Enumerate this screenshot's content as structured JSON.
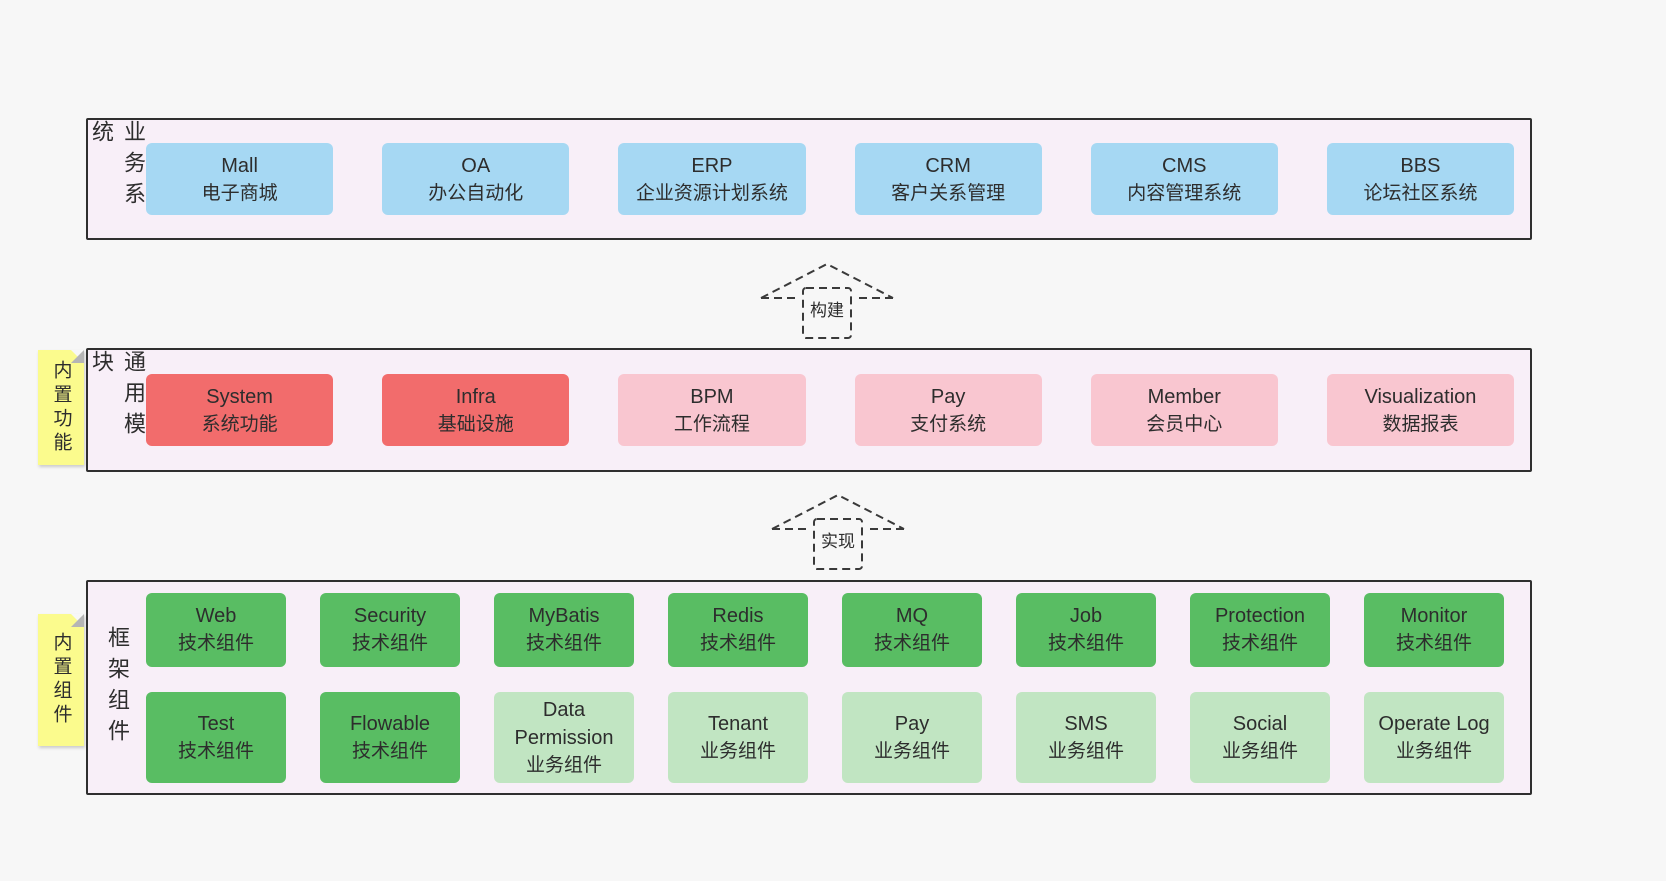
{
  "layers": [
    {
      "label": "业务系统",
      "boxes": [
        {
          "title": "Mall",
          "subtitle": "电子商城",
          "color": "blue"
        },
        {
          "title": "OA",
          "subtitle": "办公自动化",
          "color": "blue"
        },
        {
          "title": "ERP",
          "subtitle": "企业资源计划系统",
          "color": "blue"
        },
        {
          "title": "CRM",
          "subtitle": "客户关系管理",
          "color": "blue"
        },
        {
          "title": "CMS",
          "subtitle": "内容管理系统",
          "color": "blue"
        },
        {
          "title": "BBS",
          "subtitle": "论坛社区系统",
          "color": "blue"
        }
      ]
    },
    {
      "label": "通用模块",
      "sticky": "内置功能",
      "boxes": [
        {
          "title": "System",
          "subtitle": "系统功能",
          "color": "red"
        },
        {
          "title": "Infra",
          "subtitle": "基础设施",
          "color": "red"
        },
        {
          "title": "BPM",
          "subtitle": "工作流程",
          "color": "pink"
        },
        {
          "title": "Pay",
          "subtitle": "支付系统",
          "color": "pink"
        },
        {
          "title": "Member",
          "subtitle": "会员中心",
          "color": "pink"
        },
        {
          "title": "Visualization",
          "subtitle": "数据报表",
          "color": "pink"
        }
      ]
    },
    {
      "label": "框架组件",
      "sticky": "内置组件",
      "rows": [
        [
          {
            "title": "Web",
            "subtitle": "技术组件",
            "color": "green"
          },
          {
            "title": "Security",
            "subtitle": "技术组件",
            "color": "green"
          },
          {
            "title": "MyBatis",
            "subtitle": "技术组件",
            "color": "green"
          },
          {
            "title": "Redis",
            "subtitle": "技术组件",
            "color": "green"
          },
          {
            "title": "MQ",
            "subtitle": "技术组件",
            "color": "green"
          },
          {
            "title": "Job",
            "subtitle": "技术组件",
            "color": "green"
          },
          {
            "title": "Protection",
            "subtitle": "技术组件",
            "color": "green"
          },
          {
            "title": "Monitor",
            "subtitle": "技术组件",
            "color": "green"
          }
        ],
        [
          {
            "title": "Test",
            "subtitle": "技术组件",
            "color": "green"
          },
          {
            "title": "Flowable",
            "subtitle": "技术组件",
            "color": "green"
          },
          {
            "title": "Data Permission",
            "subtitle": "业务组件",
            "color": "green-light"
          },
          {
            "title": "Tenant",
            "subtitle": "业务组件",
            "color": "green-light"
          },
          {
            "title": "Pay",
            "subtitle": "业务组件",
            "color": "green-light"
          },
          {
            "title": "SMS",
            "subtitle": "业务组件",
            "color": "green-light"
          },
          {
            "title": "Social",
            "subtitle": "业务组件",
            "color": "green-light"
          },
          {
            "title": "Operate Log",
            "subtitle": "业务组件",
            "color": "green-light"
          }
        ]
      ]
    }
  ],
  "arrows": [
    {
      "label": "构建"
    },
    {
      "label": "实现"
    }
  ],
  "colors": {
    "blue": "#a6d8f3",
    "red": "#f26c6c",
    "pink": "#f9c6d0",
    "green": "#59bd63",
    "green_light": "#c1e5c2",
    "panel_bg": "#f8eff8",
    "sticky_yellow": "#fbfb8d",
    "page_bg": "#f7f7f7"
  }
}
